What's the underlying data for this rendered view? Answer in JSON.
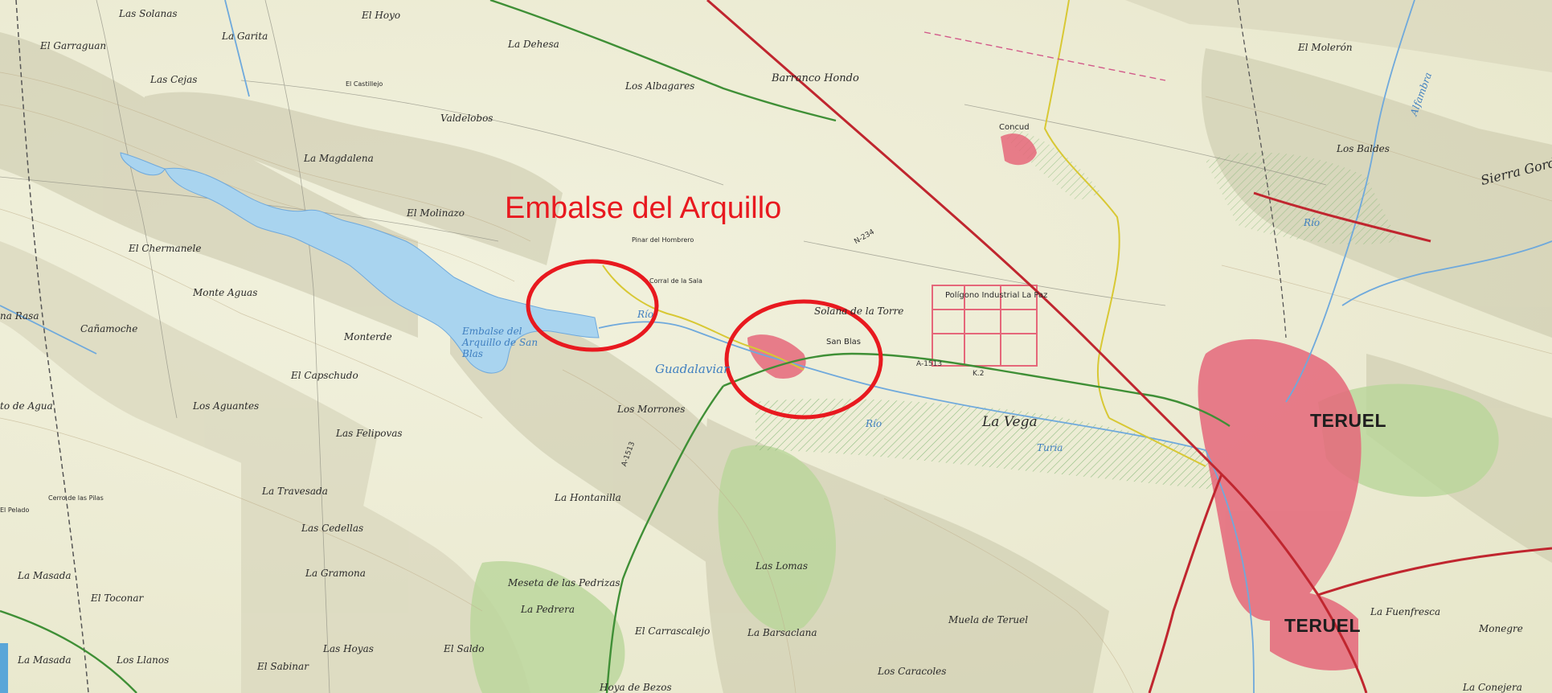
{
  "annotation": {
    "title": "Embalse del Arquillo",
    "color": "#e8191f"
  },
  "cities": [
    {
      "key": "teruel_main",
      "label": "TERUEL"
    },
    {
      "key": "teruel_south",
      "label": "TERUEL"
    }
  ],
  "towns": [
    {
      "key": "concud",
      "label": "Concud"
    },
    {
      "key": "san_blas",
      "label": "San Blas"
    }
  ],
  "water_labels": [
    {
      "key": "embalse",
      "label": "Embalse del Arquillo de San Blas"
    },
    {
      "key": "guadalaviar",
      "label": "Guadalaviar"
    },
    {
      "key": "rio_w",
      "label": "Río"
    },
    {
      "key": "rio_mid",
      "label": "Río"
    },
    {
      "key": "turia",
      "label": "Turia"
    },
    {
      "key": "rio_e",
      "label": "Río"
    },
    {
      "key": "alfambra",
      "label": "Alfambra"
    }
  ],
  "place_labels": [
    {
      "key": "las_solanas",
      "label": "Las Solanas"
    },
    {
      "key": "el_hoyo",
      "label": "El Hoyo"
    },
    {
      "key": "la_garita",
      "label": "La Garita"
    },
    {
      "key": "el_garraguan",
      "label": "El Garraguan"
    },
    {
      "key": "la_dehesa",
      "label": "La Dehesa"
    },
    {
      "key": "barranco_hondo",
      "label": "Barranco Hondo"
    },
    {
      "key": "los_albagares",
      "label": "Los Albagares"
    },
    {
      "key": "las_cejas",
      "label": "Las Cejas"
    },
    {
      "key": "el_castillejo",
      "label": "El Castillejo"
    },
    {
      "key": "valdelobos",
      "label": "Valdelobos"
    },
    {
      "key": "la_magdalena",
      "label": "La Magdalena"
    },
    {
      "key": "el_molinazo",
      "label": "El Molinazo"
    },
    {
      "key": "el_chermanele",
      "label": "El Chermanele"
    },
    {
      "key": "monte_aguas",
      "label": "Monte Aguas"
    },
    {
      "key": "canamoche",
      "label": "Cañamoche"
    },
    {
      "key": "monterde",
      "label": "Monterde"
    },
    {
      "key": "el_capschudo",
      "label": "El Capschudo"
    },
    {
      "key": "los_aguantes",
      "label": "Los Aguantes"
    },
    {
      "key": "las_felipovas",
      "label": "Las Felipovas"
    },
    {
      "key": "las_cedellas",
      "label": "Las Cedellas"
    },
    {
      "key": "la_travesada",
      "label": "La Travesada"
    },
    {
      "key": "la_hontanilla",
      "label": "La Hontanilla"
    },
    {
      "key": "los_morrones",
      "label": "Los Morrones"
    },
    {
      "key": "la_vega",
      "label": "La Vega"
    },
    {
      "key": "las_lomas",
      "label": "Las Lomas"
    },
    {
      "key": "la_gramona",
      "label": "La Gramona"
    },
    {
      "key": "meseta_pedrizas",
      "label": "Meseta de las Pedrizas"
    },
    {
      "key": "la_pedrera",
      "label": "La Pedrera"
    },
    {
      "key": "el_carrascalejo",
      "label": "El Carrascalejo"
    },
    {
      "key": "la_barsaclana",
      "label": "La Barsaclana"
    },
    {
      "key": "muela_teruel",
      "label": "Muela de Teruel"
    },
    {
      "key": "las_hoyas",
      "label": "Las Hoyas"
    },
    {
      "key": "el_saldo",
      "label": "El Saldo"
    },
    {
      "key": "el_sabinar",
      "label": "El Sabinar"
    },
    {
      "key": "la_masada_1",
      "label": "La Masada"
    },
    {
      "key": "el_toconar",
      "label": "El Toconar"
    },
    {
      "key": "la_masada_2",
      "label": "La Masada"
    },
    {
      "key": "los_llanos",
      "label": "Los Llanos"
    },
    {
      "key": "hoya_de_bezos",
      "label": "Hoya de Bezos"
    },
    {
      "key": "los_caracoles",
      "label": "Los Caracoles"
    },
    {
      "key": "el_moleron",
      "label": "El Molerón"
    },
    {
      "key": "los_baldes",
      "label": "Los Baldes"
    },
    {
      "key": "sierra_gorda",
      "label": "Sierra Gord"
    },
    {
      "key": "la_fuenfresca",
      "label": "La Fuenfresca"
    },
    {
      "key": "monegre",
      "label": "Monegre"
    },
    {
      "key": "la_conejera",
      "label": "La Conejera"
    },
    {
      "key": "solana_torre",
      "label": "Solana de la Torre"
    },
    {
      "key": "pinar_hombrero",
      "label": "Pinar del Hombrero"
    },
    {
      "key": "corral_sala",
      "label": "Corral de la Sala"
    },
    {
      "key": "poligono_paz",
      "label": "Polígono Industrial La Paz"
    },
    {
      "key": "ras_rasa",
      "label": "na Rasa"
    },
    {
      "key": "cerro_pilas",
      "label": "Cerro de las Pilas"
    },
    {
      "key": "el_pelado",
      "label": "El Pelado"
    },
    {
      "key": "to_de_agua",
      "label": "to de Agua"
    }
  ],
  "road_labels": [
    {
      "key": "a1513",
      "label": "A-1513"
    },
    {
      "key": "n234",
      "label": "N-234"
    },
    {
      "key": "a1513b",
      "label": "A-1513"
    },
    {
      "key": "k2",
      "label": "K.2"
    }
  ],
  "colors": {
    "reservoir": "#a9d4ef",
    "river": "#6fa9dc",
    "national_road": "#c0262f",
    "regional_road": "#3f8f36",
    "local_road": "#d8c834",
    "urban": "#e5677a",
    "hillshade": "#b8b49a"
  }
}
